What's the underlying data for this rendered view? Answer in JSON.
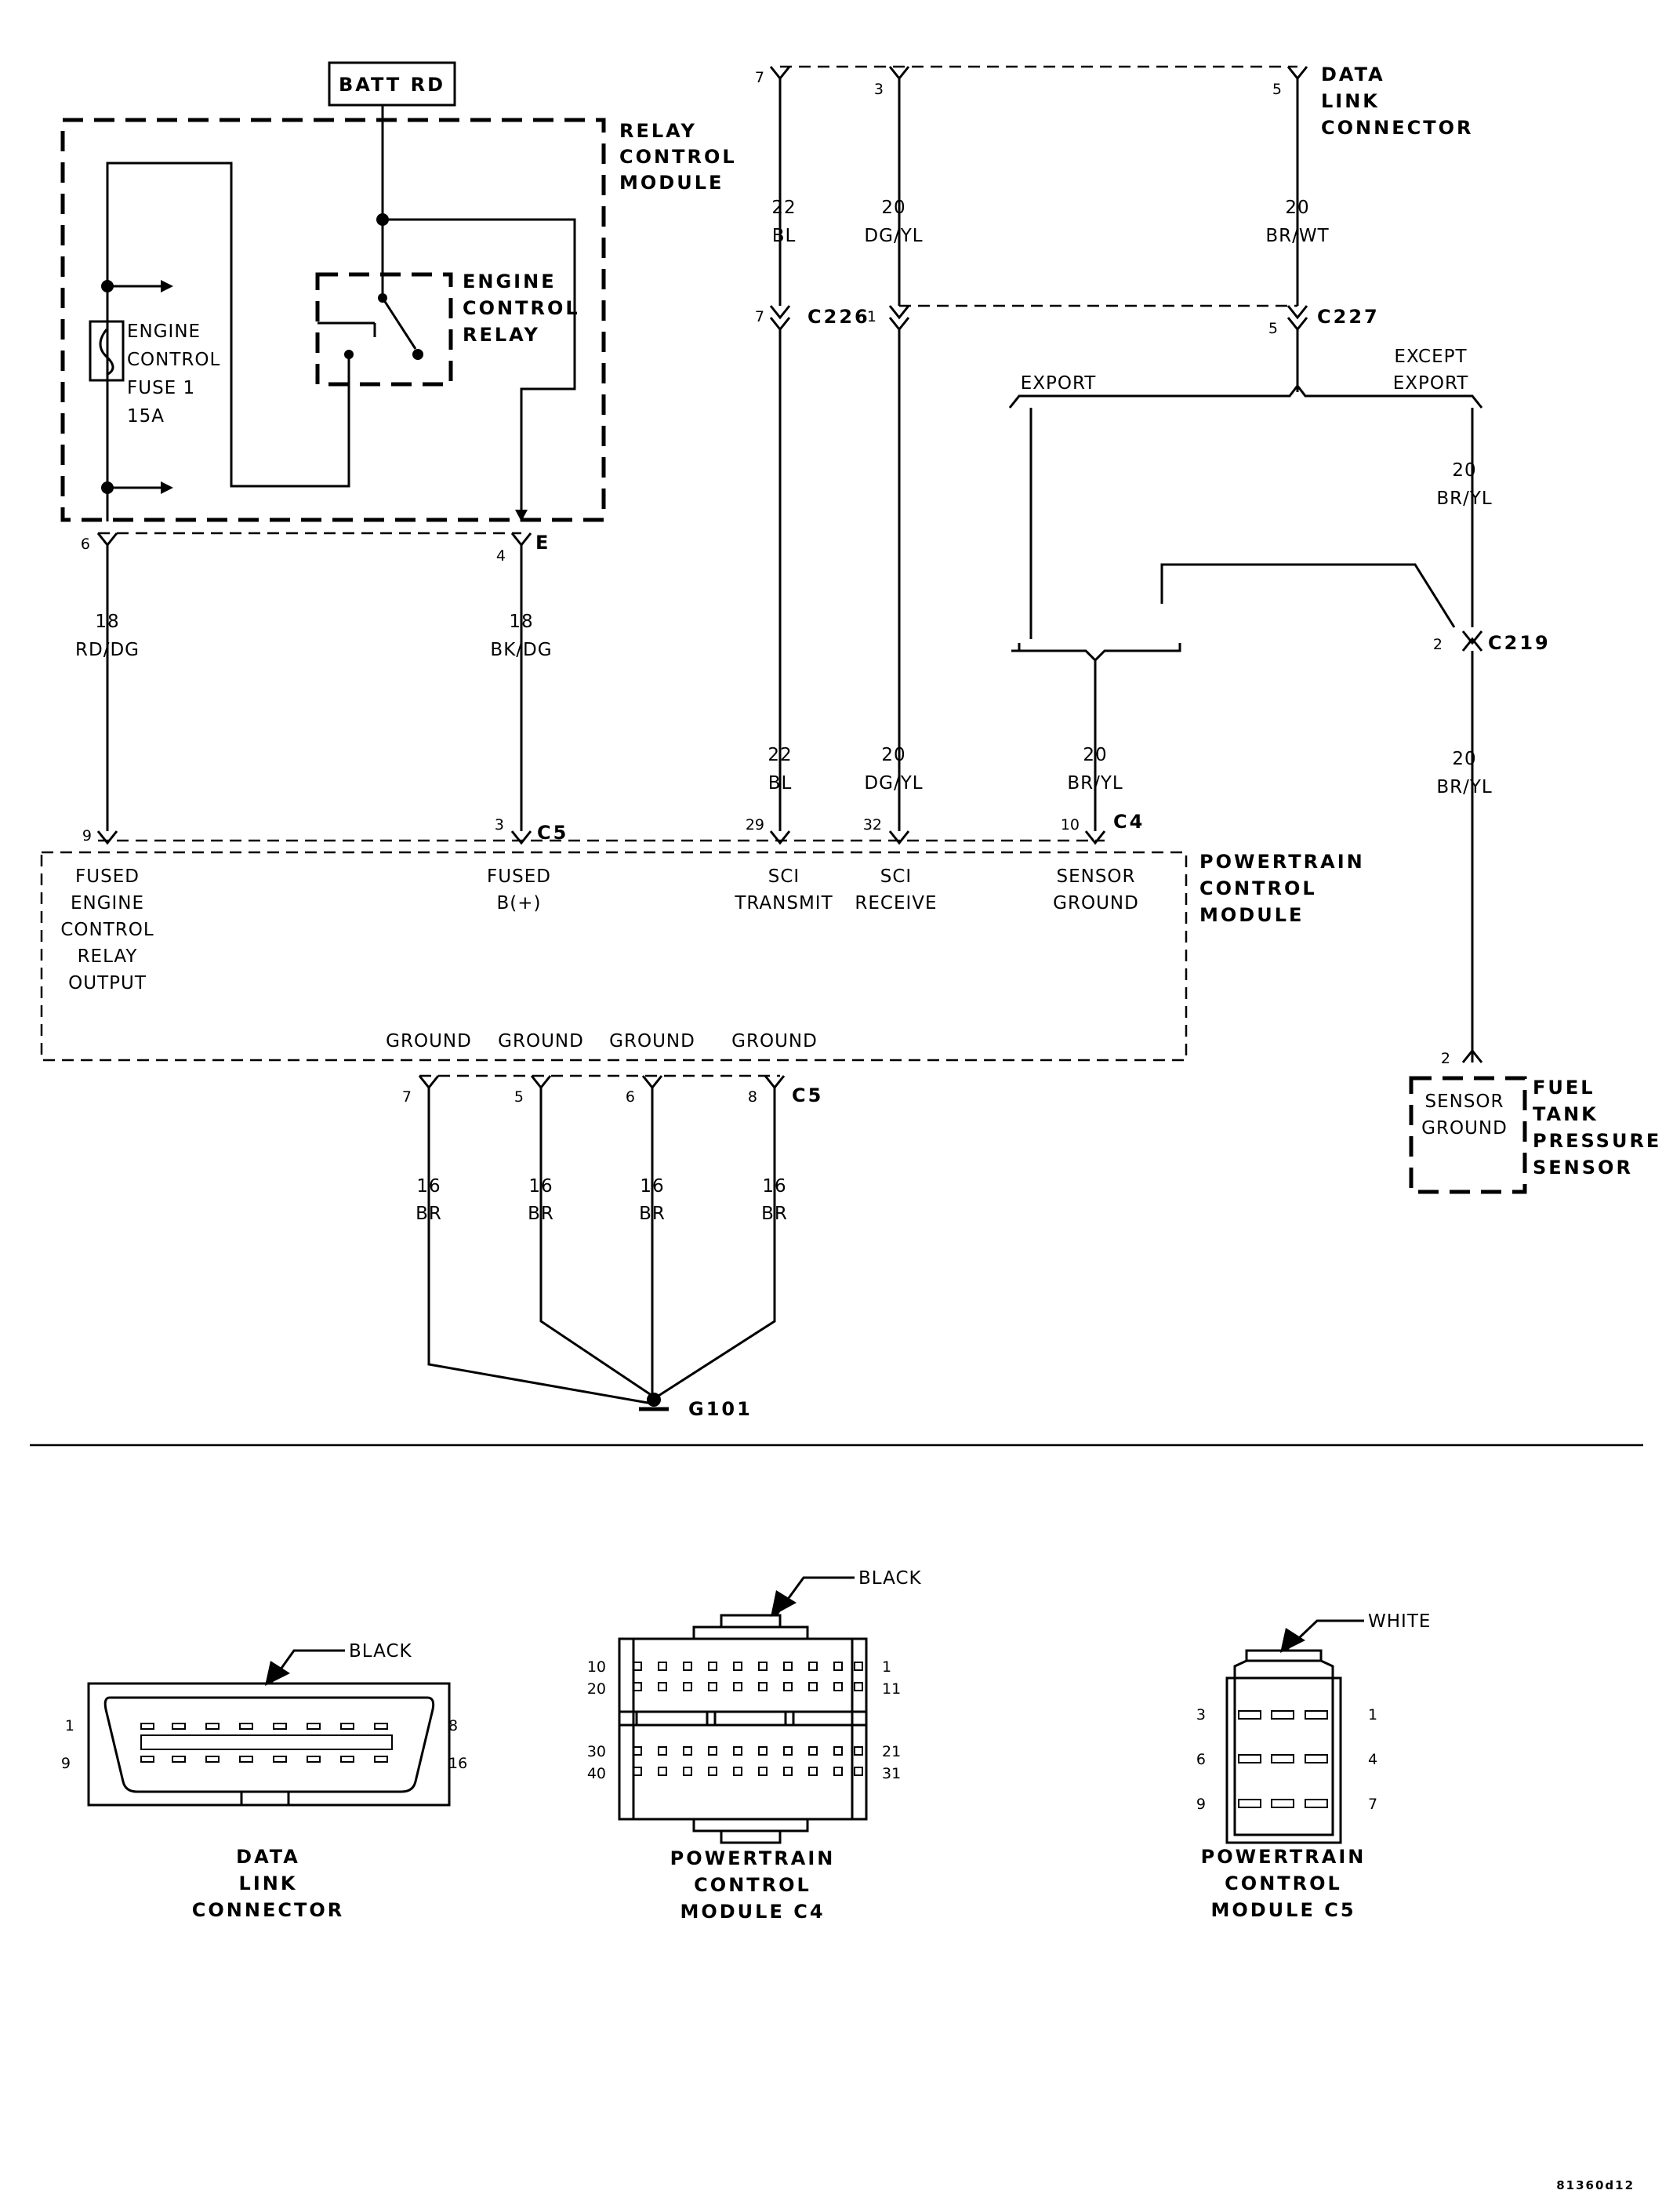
{
  "batt": "BATT RD",
  "modules": {
    "relay_control": [
      "RELAY",
      "CONTROL",
      "MODULE"
    ],
    "engine_relay": [
      "ENGINE",
      "CONTROL",
      "RELAY"
    ],
    "fuse": [
      "ENGINE",
      "CONTROL",
      "FUSE 1",
      "15A"
    ],
    "data_link": [
      "DATA",
      "LINK",
      "CONNECTOR"
    ],
    "pcm": [
      "POWERTRAIN",
      "CONTROL",
      "MODULE"
    ],
    "ftps": [
      "FUEL",
      "TANK",
      "PRESSURE",
      "SENSOR"
    ],
    "ftps_pin": [
      "SENSOR",
      "GROUND"
    ]
  },
  "connectors": {
    "c226": "C226",
    "c227": "C227",
    "c219": "C219",
    "c5": "C5",
    "c4": "C4",
    "e": "E",
    "g101": "G101"
  },
  "options": {
    "export": "EXPORT",
    "except_export": [
      "EXCEPT",
      "EXPORT"
    ]
  },
  "wires": {
    "dlc_7": {
      "pin": "7",
      "gauge": "22",
      "color": "BL"
    },
    "dlc_3": {
      "pin": "3",
      "gauge": "20",
      "color": "DG/YL"
    },
    "dlc_5": {
      "pin": "5",
      "gauge": "20",
      "color": "BR/WT"
    },
    "c226_pin": "7",
    "c226_pin2": "1",
    "c227_pin": "5",
    "except_wire": {
      "gauge": "20",
      "color": "BR/YL"
    },
    "c219_pin": "2",
    "ftps_wire": {
      "gauge": "20",
      "color": "BR/YL"
    },
    "ftps_pin_num": "2",
    "rcm_6": {
      "pin": "6",
      "gauge": "18",
      "color": "RD/DG"
    },
    "rcm_4": {
      "pin": "4",
      "gauge": "18",
      "color": "BK/DG"
    },
    "sci_tx": {
      "gauge": "22",
      "color": "BL"
    },
    "sci_rx": {
      "gauge": "20",
      "color": "DG/YL"
    },
    "sens_gnd": {
      "gauge": "20",
      "color": "BR/YL"
    },
    "pcm_pin_9": "9",
    "pcm_pin_3": "3",
    "pcm_pin_29": "29",
    "pcm_pin_32": "32",
    "pcm_pin_10": "10",
    "gnd_pins": [
      "7",
      "5",
      "6",
      "8"
    ],
    "gnd_gauge": "16",
    "gnd_color": "BR"
  },
  "pcm_pins": {
    "fused_relay_out": [
      "FUSED",
      "ENGINE",
      "CONTROL",
      "RELAY",
      "OUTPUT"
    ],
    "fused_b": [
      "FUSED",
      "B(+)"
    ],
    "sci_transmit": [
      "SCI",
      "TRANSMIT"
    ],
    "sci_receive": [
      "SCI",
      "RECEIVE"
    ],
    "sensor_ground": [
      "SENSOR",
      "GROUND"
    ],
    "ground": "GROUND"
  },
  "views": {
    "dlc": {
      "color": "BLACK",
      "title": [
        "DATA",
        "LINK",
        "CONNECTOR"
      ],
      "pins": [
        "1",
        "8",
        "9",
        "16"
      ]
    },
    "c4": {
      "color": "BLACK",
      "title": [
        "POWERTRAIN",
        "CONTROL",
        "MODULE C4"
      ],
      "pins": [
        "10",
        "20",
        "1",
        "11",
        "30",
        "40",
        "21",
        "31"
      ]
    },
    "c5": {
      "color": "WHITE",
      "title": [
        "POWERTRAIN",
        "CONTROL",
        "MODULE C5"
      ],
      "pins": [
        "3",
        "6",
        "9",
        "1",
        "4",
        "7"
      ]
    }
  },
  "figure_id": "81360d12"
}
